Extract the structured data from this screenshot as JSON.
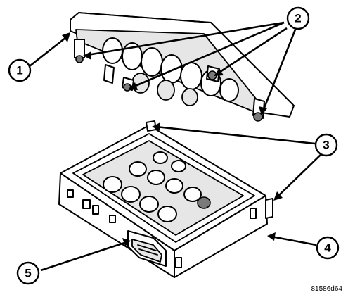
{
  "callouts": [
    {
      "id": "1",
      "label": "1"
    },
    {
      "id": "2",
      "label": "2"
    },
    {
      "id": "3",
      "label": "3"
    },
    {
      "id": "4",
      "label": "4"
    },
    {
      "id": "5",
      "label": "5"
    }
  ],
  "figure_code": "81586d64",
  "colors": {
    "line": "#000000",
    "background": "#ffffff",
    "shading": "#e6e6e6",
    "dark_shading": "#7a7a7a"
  }
}
